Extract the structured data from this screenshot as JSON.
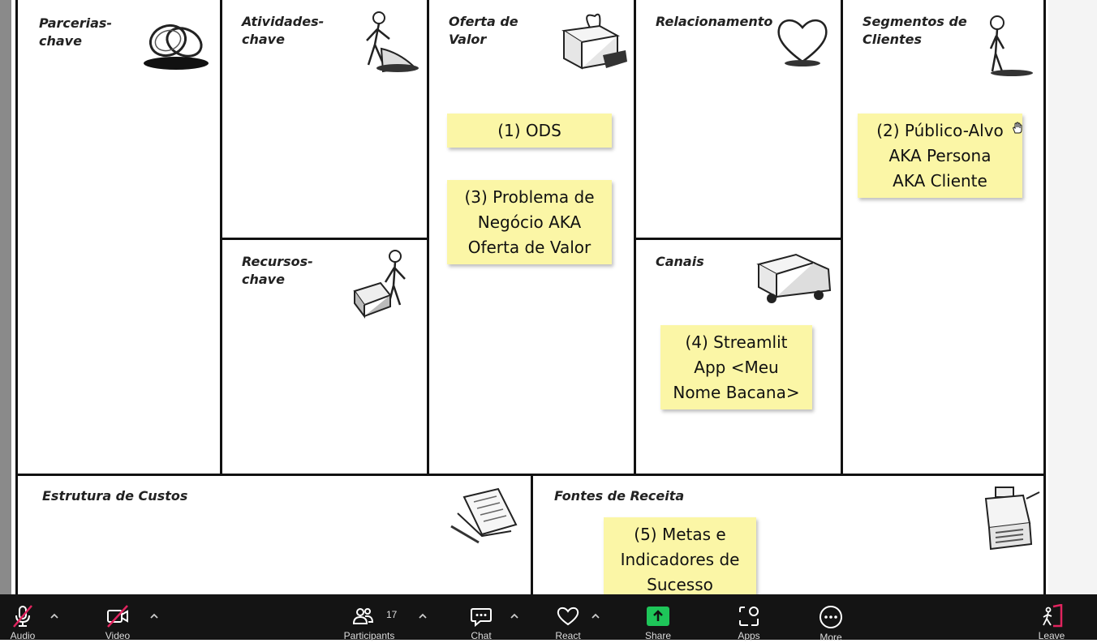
{
  "canvas": {
    "blocks": {
      "parcerias": "Parcerias-\nchave",
      "atividades": "Atividades-\nchave",
      "oferta": "Oferta de\nValor",
      "relacionamento": "Relacionamento",
      "segmentos": "Segmentos de\nClientes",
      "recursos": "Recursos-\nchave",
      "canais": "Canais",
      "custos": "Estrutura de Custos",
      "receita": "Fontes de Receita"
    },
    "stickies": {
      "ods": "(1) ODS",
      "publico": "(2) Público-Alvo\nAKA Persona\nAKA Cliente",
      "problema": "(3) Problema de\nNegócio AKA\nOferta de Valor",
      "streamlit": "(4) Streamlit\nApp <Meu\nNome Bacana>",
      "metas": "(5) Metas e\nIndicadores de\nSucesso"
    },
    "sticky_color": "#fbf6a6"
  },
  "toolbar": {
    "audio_label": "Audio",
    "video_label": "Video",
    "participants_label": "Participants",
    "participants_count": "17",
    "chat_label": "Chat",
    "react_label": "React",
    "share_label": "Share",
    "apps_label": "Apps",
    "more_label": "More",
    "leave_label": "Leave",
    "share_color": "#1ec659",
    "leave_color": "#e0245e",
    "muted_color": "#e0245e"
  }
}
